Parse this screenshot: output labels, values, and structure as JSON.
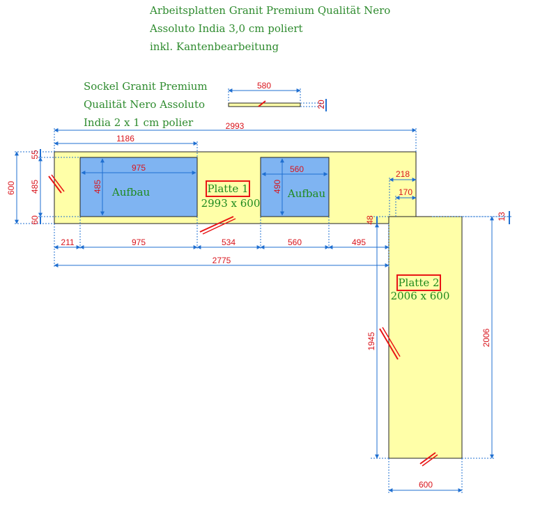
{
  "notes": {
    "worktop": [
      "Arbeitsplatten Granit Premium Qualität Nero",
      "Assoluto India 3,0 cm poliert",
      "inkl. Kantenbearbeitung"
    ],
    "plinth": [
      "Sockel Granit Premium",
      "Qualität Nero Assoluto",
      "India 2 x 1 cm polier"
    ]
  },
  "plates": {
    "p1": {
      "name": "Platte 1",
      "size": "2993 x 600"
    },
    "p2": {
      "name": "Platte 2",
      "size": "2006 x 600"
    }
  },
  "cutouts": {
    "c1": "Aufbau",
    "c2": "Aufbau"
  },
  "dims": {
    "sockel_len": "580",
    "sockel_h": "20",
    "total_w": "2993",
    "w1186": "1186",
    "c1_w": "975",
    "c1_h": "485",
    "c2_w": "560",
    "c2_h": "490",
    "d218": "218",
    "d170": "170",
    "left_600": "600",
    "left_485": "485",
    "left_55": "55",
    "left_60": "60",
    "b211": "211",
    "b975": "975",
    "b534": "534",
    "b560": "560",
    "b495": "495",
    "b2775": "2775",
    "d48": "48",
    "d13": "13",
    "d1945": "1945",
    "d2006": "2006",
    "p2_w": "600"
  },
  "colors": {
    "plate_fill": "#ffffa8",
    "cutout_fill": "#7fb4f2",
    "dimension_line": "#1f6fd1",
    "dimension_text": "#d8141c",
    "note_text": "#2e8b2e",
    "edge_mark": "#e81414"
  }
}
